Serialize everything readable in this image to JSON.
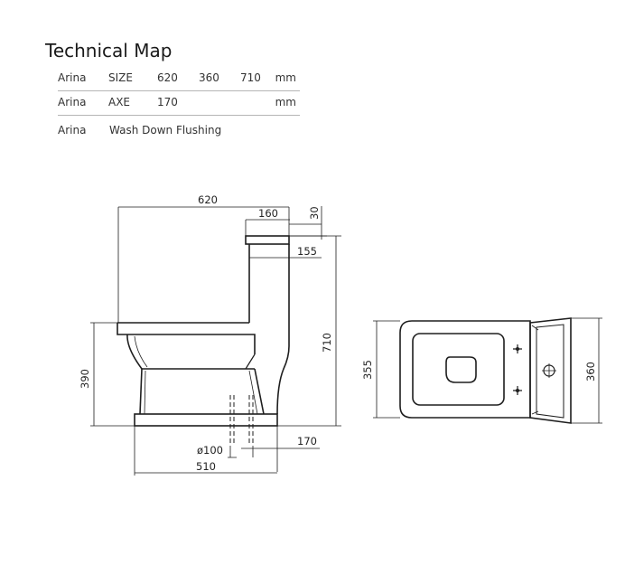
{
  "title": "Technical Map",
  "specs": [
    {
      "name": "Arina",
      "param": "SIZE",
      "v1": "620",
      "v2": "360",
      "v3": "710",
      "unit": "mm"
    },
    {
      "name": "Arina",
      "param": "AXE",
      "v1": "170",
      "v2": "",
      "v3": "",
      "unit": "mm"
    },
    {
      "name": "Arina",
      "param": "Wash Down Flushing",
      "v1": "",
      "v2": "",
      "v3": "",
      "unit": ""
    }
  ],
  "drawing": {
    "side_view": {
      "dim_total_depth": "620",
      "dim_tank_depth": "160",
      "dim_lid_height": "30",
      "dim_tank_offset": "155",
      "dim_total_height": "710",
      "dim_seat_height": "390",
      "dim_outlet_axis": "170",
      "dim_outlet_diameter": "ø100",
      "dim_base_depth": "510"
    },
    "top_view": {
      "dim_bowl_width": "355",
      "dim_tank_width": "360"
    }
  }
}
